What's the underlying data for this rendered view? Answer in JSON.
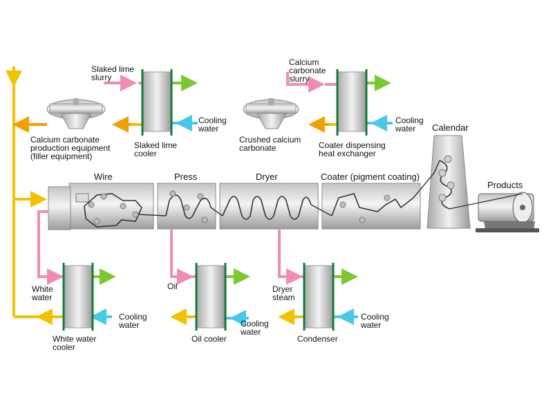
{
  "sections": {
    "wire": "Wire",
    "press": "Press",
    "dryer": "Dryer",
    "coater": "Coater (pigment coating)",
    "calendar": "Calendar",
    "products": "Products"
  },
  "labels": {
    "calcium_production": "Calcium carbonate\nproduction equipment\n(filler equipment)",
    "slaked_lime_slurry": "Slaked lime\nslurry",
    "slaked_lime_cooler": "Slaked lime\ncooler",
    "cooling_water_1": "Cooling\nwater",
    "calcium_slurry": "Calcium\ncarbonate\nslurry",
    "crushed_calcium": "Crushed calcium\ncarbonate",
    "coater_hex": "Coater dispensing\nheat exchanger",
    "cooling_water_2": "Cooling\nwater",
    "white_water": "White\nwater",
    "white_water_cooler": "White water\ncooler",
    "cooling_water_3": "Cooling\nwater",
    "oil": "Oil",
    "oil_cooler": "Oil cooler",
    "cooling_water_4": "Cooling\nwater",
    "dryer_steam": "Dryer\nsteam",
    "condenser": "Condenser",
    "cooling_water_5": "Cooling\nwater"
  },
  "colors": {
    "hot_line": "#f2c200",
    "hot_arrow": "#f0a000",
    "pink_line": "#f08cb4",
    "cool_line": "#48c8e8",
    "green_line": "#7cc830",
    "plate_green": "#137a3a"
  }
}
